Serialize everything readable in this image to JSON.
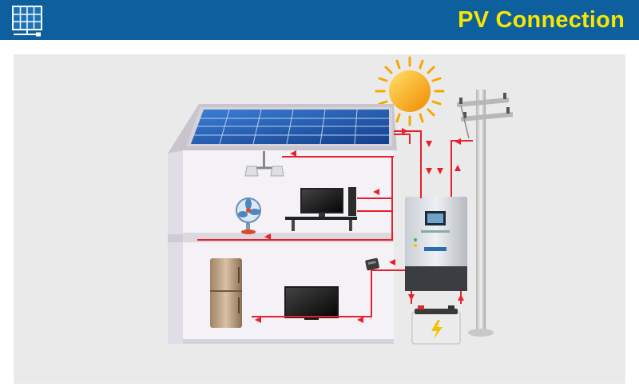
{
  "header": {
    "title": "PV Connection",
    "background_color": "#0e5f9e",
    "title_color": "#f7e600",
    "logo_icon": "solar-panel-plug-icon"
  },
  "diagram": {
    "panel_color": "#eaeaea",
    "wire_color": "#e8202a",
    "components": [
      "solar-panel",
      "sun",
      "utility-pole",
      "inverter",
      "battery",
      "ceiling-lamp",
      "television",
      "fan",
      "refrigerator",
      "flat-tv",
      "distribution-box"
    ]
  }
}
